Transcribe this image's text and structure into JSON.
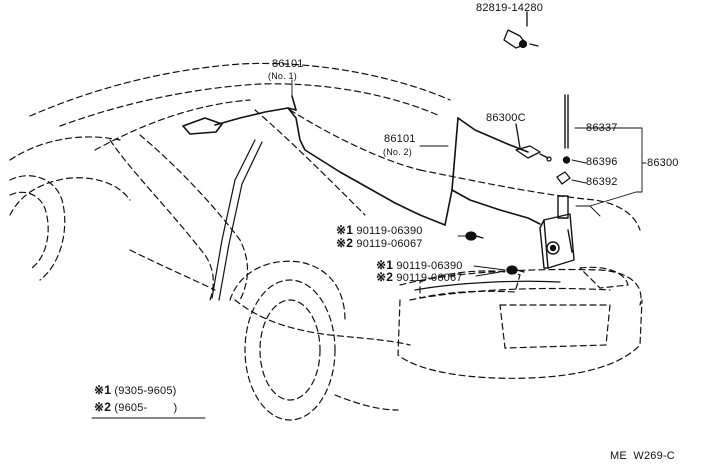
{
  "parts": {
    "ground_bolt": "82819-14280",
    "antenna_cord_no1": {
      "number": "86101",
      "note": "(No. 1)"
    },
    "antenna_cord_no2": {
      "number": "86101",
      "note": "(No. 2)"
    },
    "antenna_cord_sub": "86300C",
    "pole_sub_assy": "86337",
    "antenna_nut": "86396",
    "antenna_assy": "86300",
    "antenna_bushing": "86392"
  },
  "bolts": {
    "upper": [
      {
        "mark": "※1",
        "number": "90119-06390"
      },
      {
        "mark": "※2",
        "number": "90119-06067"
      }
    ],
    "lower": [
      {
        "mark": "※1",
        "number": "90119-06390"
      },
      {
        "mark": "※2",
        "number": "90119-06067"
      }
    ]
  },
  "legend": [
    {
      "mark": "※1",
      "range": "(9305-9605)"
    },
    {
      "mark": "※2",
      "range": "(9605-        )"
    }
  ],
  "figure_code": "ME  W269-C"
}
